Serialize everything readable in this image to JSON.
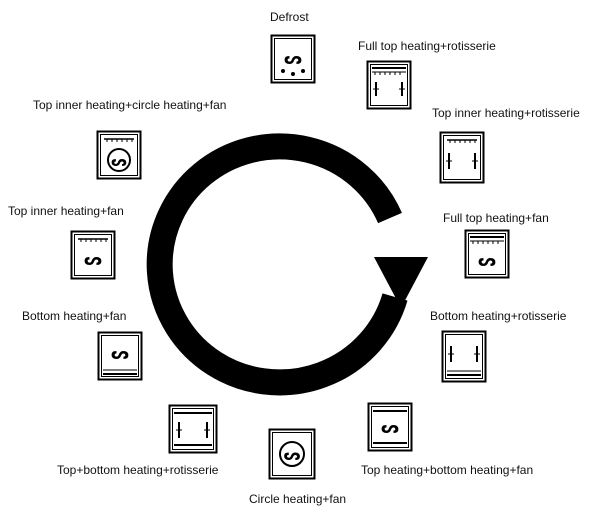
{
  "modes": [
    {
      "id": "defrost",
      "label": "Defrost",
      "icon": "defrost-icon"
    },
    {
      "id": "full-top-rotisserie",
      "label": "Full top heating+rotisserie",
      "icon": "full-top-rotisserie-icon"
    },
    {
      "id": "top-inner-rotisserie",
      "label": "Top inner heating+rotisserie",
      "icon": "top-inner-rotisserie-icon"
    },
    {
      "id": "full-top-fan",
      "label": "Full top heating+fan",
      "icon": "full-top-fan-icon"
    },
    {
      "id": "bottom-rotisserie",
      "label": "Bottom heating+rotisserie",
      "icon": "bottom-rotisserie-icon"
    },
    {
      "id": "top-bottom-fan",
      "label": "Top heating+bottom heating+fan",
      "icon": "top-bottom-fan-icon"
    },
    {
      "id": "circle-fan",
      "label": "Circle heating+fan",
      "icon": "circle-fan-icon"
    },
    {
      "id": "top-bottom-rotisserie",
      "label": "Top+bottom heating+rotisserie",
      "icon": "top-bottom-rotisserie-icon"
    },
    {
      "id": "bottom-fan",
      "label": "Bottom heating+fan",
      "icon": "bottom-fan-icon"
    },
    {
      "id": "top-inner-fan",
      "label": "Top inner heating+fan",
      "icon": "top-inner-fan-icon"
    },
    {
      "id": "top-inner-circle-fan",
      "label": "Top inner heating+circle heating+fan",
      "icon": "top-inner-circle-fan-icon"
    }
  ]
}
